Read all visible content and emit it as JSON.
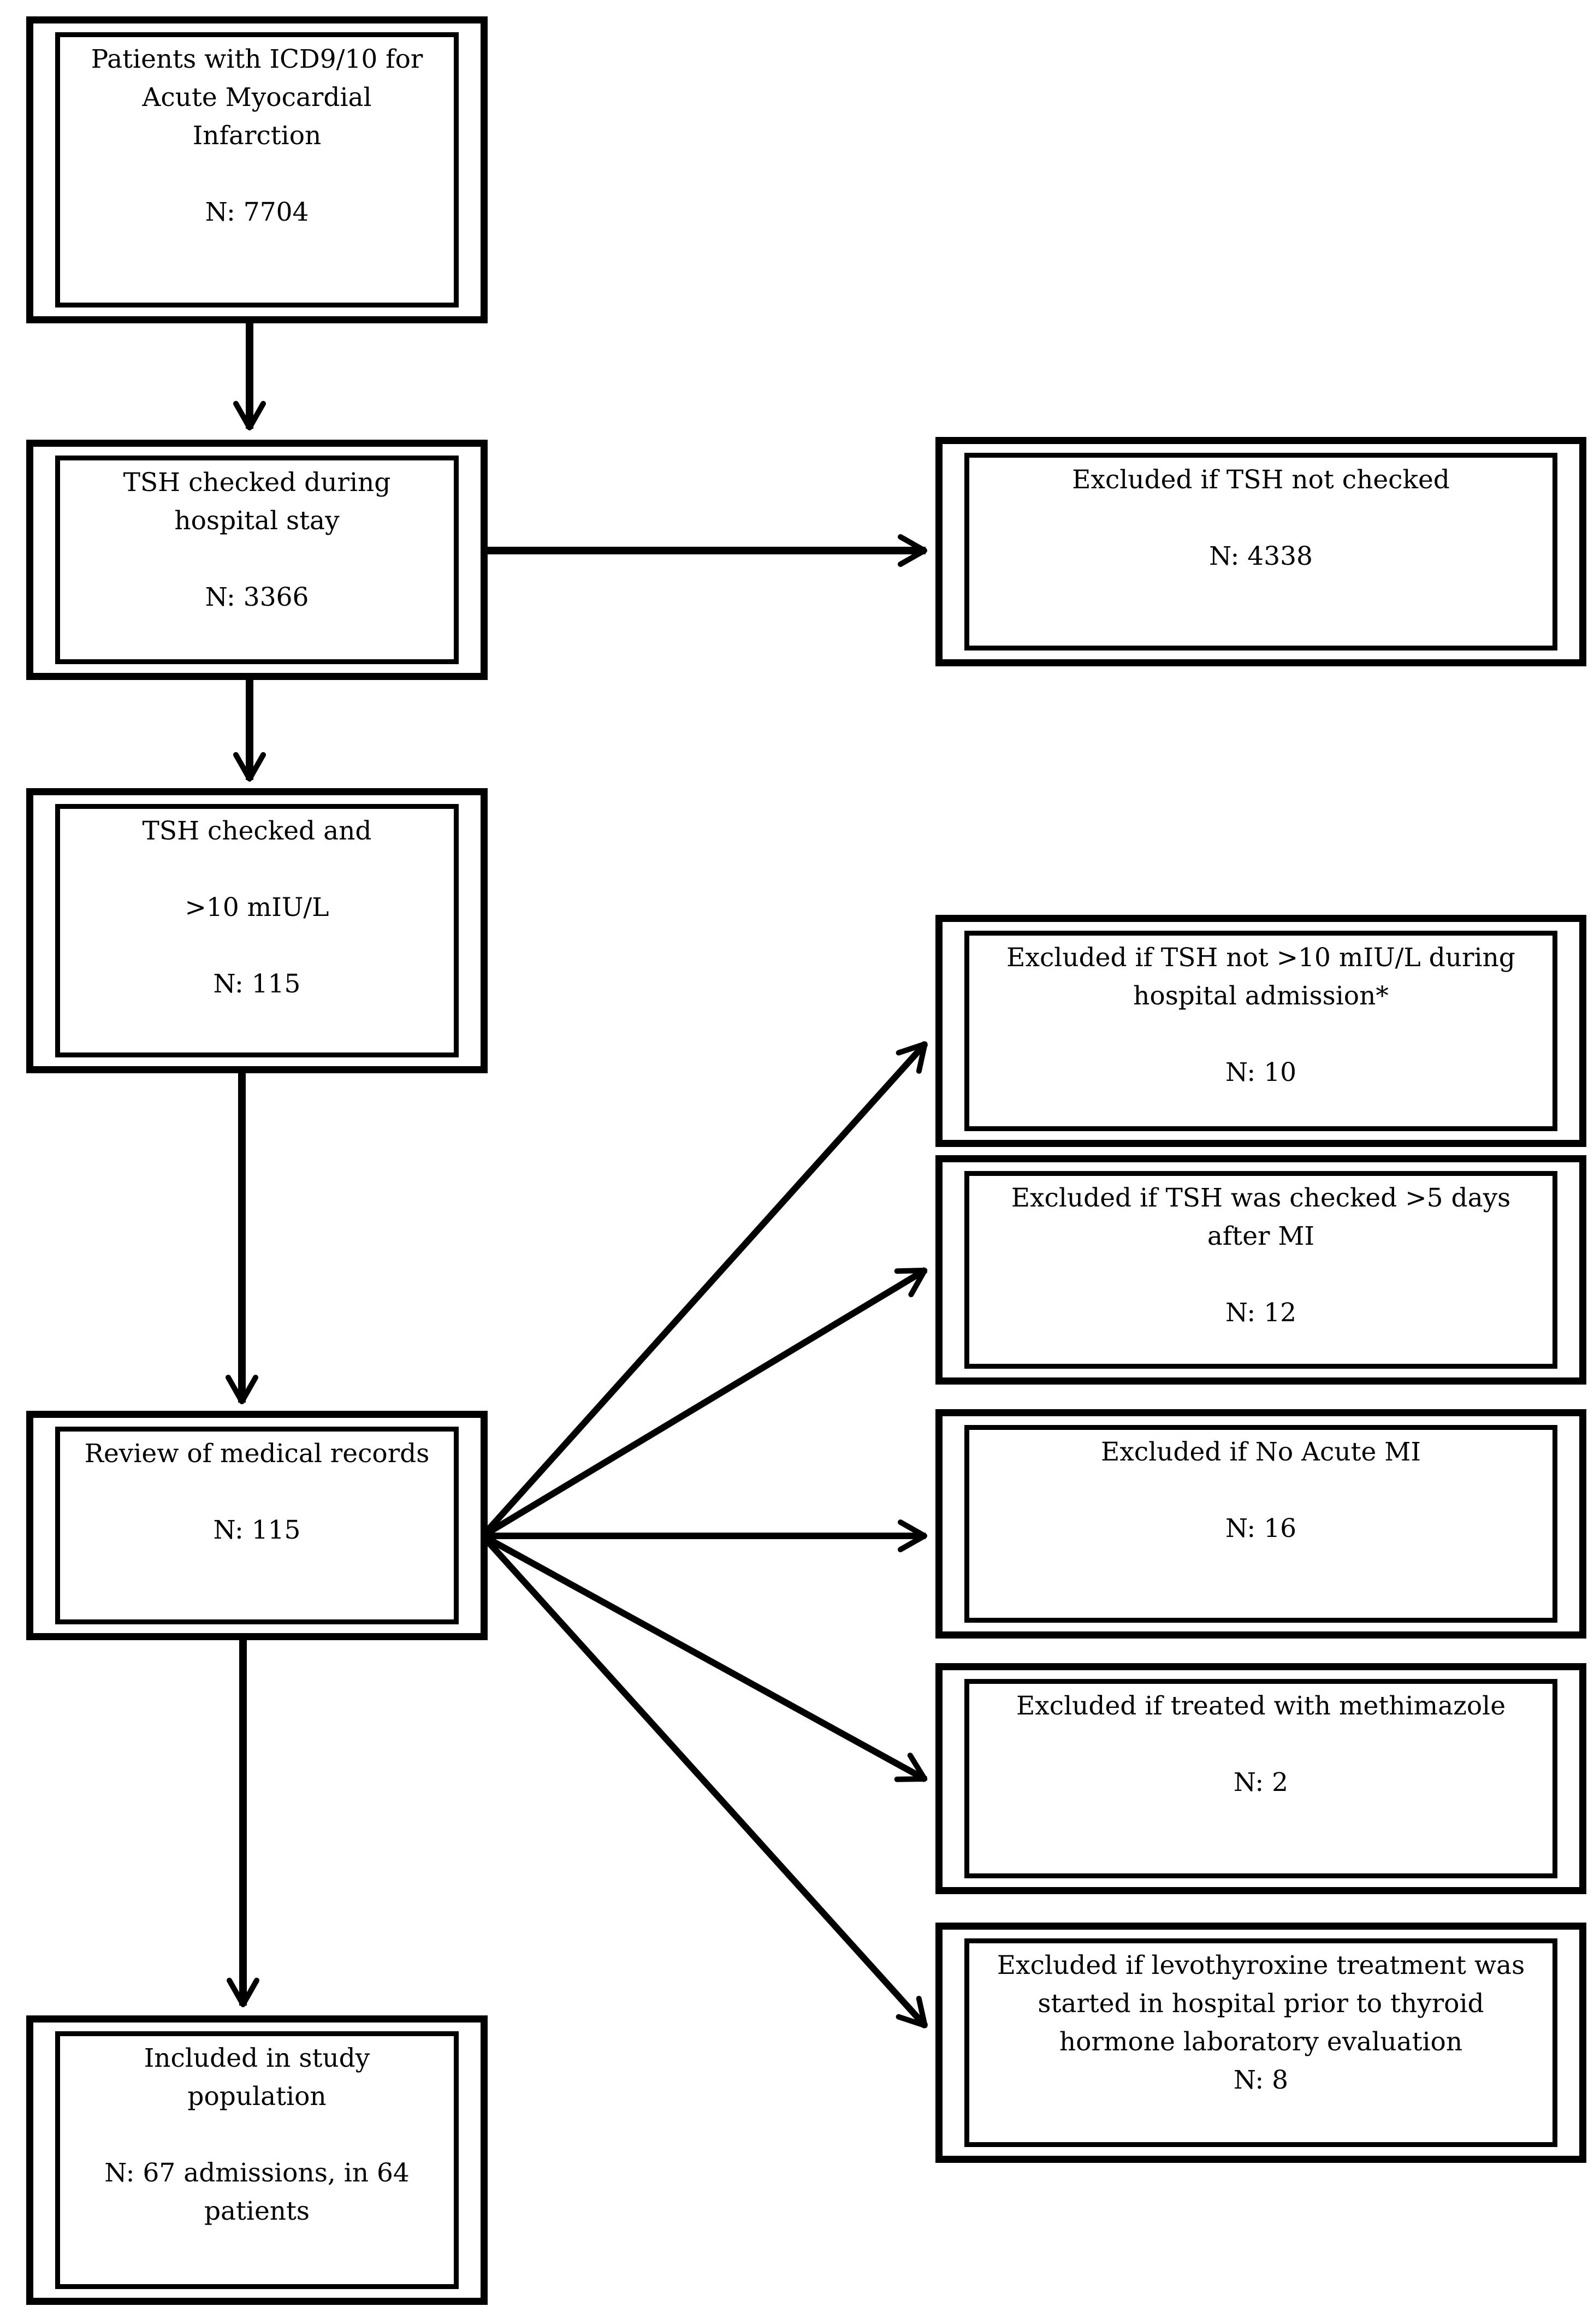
{
  "diagram": {
    "background_color": "#ffffff",
    "line_color": "#000000",
    "boxes": {
      "patients": {
        "title": "Patients with ICD9/10 for\nAcute Myocardial\nInfarction",
        "n": "N: 7704"
      },
      "tsh_checked": {
        "title": "TSH checked during\nhospital stay",
        "n": "N: 3366"
      },
      "tsh_gt10": {
        "title": "TSH checked and\n\n>10 mIU/L",
        "n": "N: 115"
      },
      "review": {
        "title": "Review of medical records",
        "n": "N: 115"
      },
      "included": {
        "title": "Included in study\npopulation",
        "n": "N: 67 admissions, in 64\npatients"
      },
      "excl_tsh_not_checked": {
        "title": "Excluded if TSH not checked",
        "n": "N: 4338"
      },
      "excl_tsh_not_gt10": {
        "title": "Excluded if TSH not >10 mIU/L during\nhospital admission*",
        "n": "N: 10"
      },
      "excl_tsh_gt5_days": {
        "title": "Excluded if TSH was checked >5 days\nafter MI",
        "n": "N: 12"
      },
      "excl_no_acute_mi": {
        "title": "Excluded if No Acute MI",
        "n": "N: 16"
      },
      "excl_methimazole": {
        "title": "Excluded if treated with methimazole",
        "n": "N: 2"
      },
      "excl_levothyroxine": {
        "title": "Excluded if levothyroxine treatment was\nstarted in hospital prior to thyroid\nhormone laboratory evaluation",
        "n": "N: 8"
      }
    }
  }
}
